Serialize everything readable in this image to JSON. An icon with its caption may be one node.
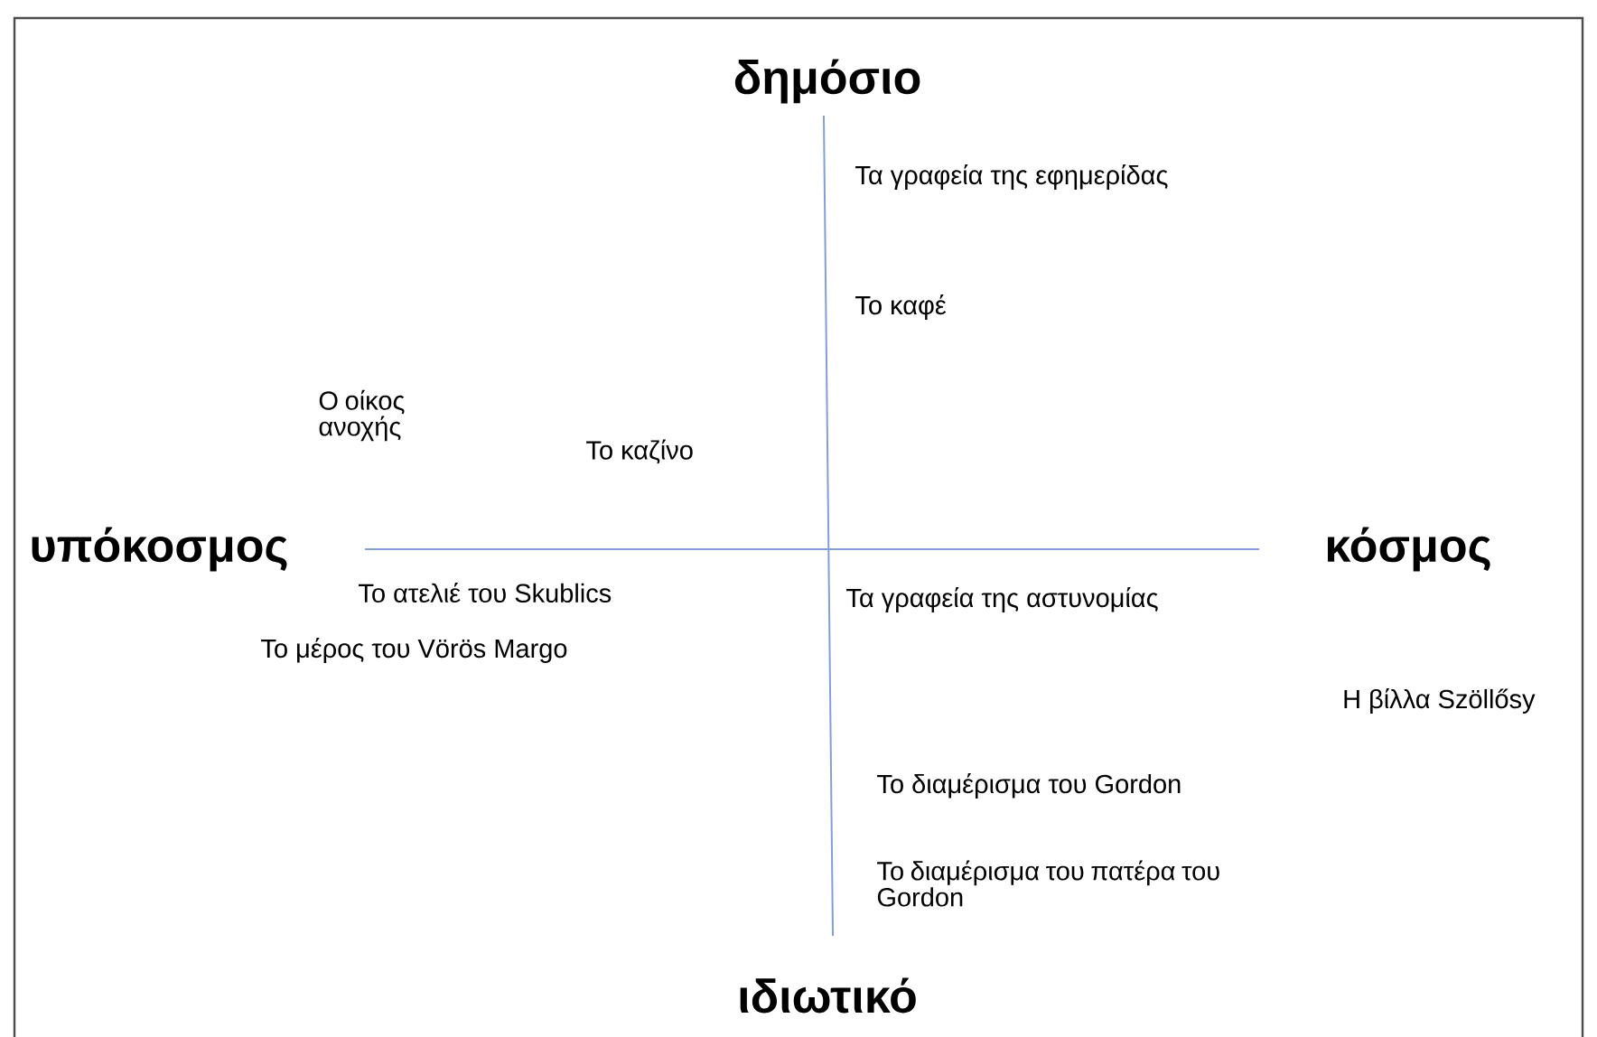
{
  "diagram": {
    "labels": [
      "δημόσιο",
      "Τα γραφεία της εφημερίδας",
      "Το καφέ",
      "Ο οίκος ανοχής",
      "Το καζίνο",
      "υπόκοσμος",
      "κόσμος",
      "Το ατελιέ του Skublics",
      "Τα γραφεία της αστυνομίας",
      "Το μέρος του Vörös Margo",
      "Η βίλλα Szöllősy",
      "Το διαμέρισμα του Gordon",
      "Το διαμέρισμα του πατέρα του Gordon",
      "ιδιωτικό"
    ]
  }
}
